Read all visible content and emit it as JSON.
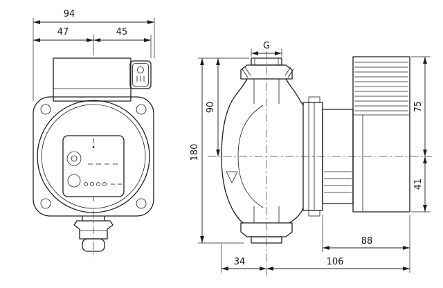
{
  "meta": {
    "background": "#ffffff",
    "ink_color": "#1c1c1c",
    "drawing_type": "pump-dimensional-drawing"
  },
  "front_view": {
    "dims": {
      "total_width": "94",
      "width_left": "47",
      "width_right": "45"
    }
  },
  "side_view": {
    "dims": {
      "thread": "G",
      "port_to_axis": "90",
      "port_to_port": "180",
      "axis_to_top": "75",
      "axis_to_bottom": "41",
      "module_length": "88",
      "axis_to_front": "34",
      "axis_to_back": "106"
    }
  }
}
